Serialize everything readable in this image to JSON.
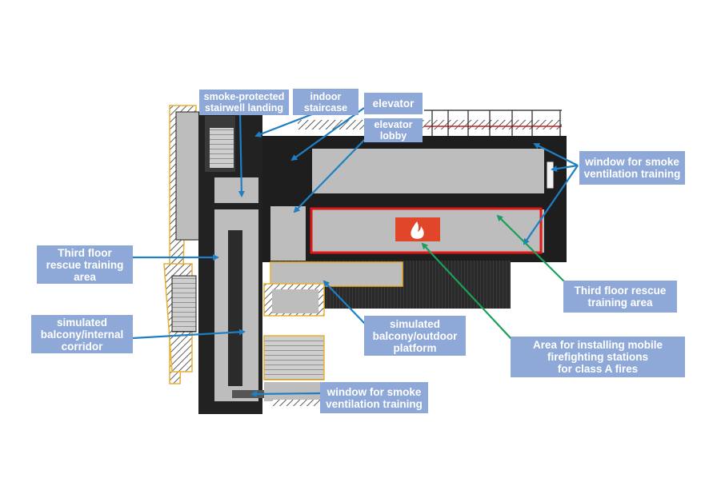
{
  "diagram": {
    "title": "Third floor fire training facility plan",
    "colors": {
      "label_bg": "#8ea8d8",
      "label_text": "#ffffff",
      "blue_arrow": "#1f7fc4",
      "green_arrow": "#1aa05a",
      "highlight_box": "#e01818",
      "fire_icon_bg": "#e2462a",
      "floor_gray": "#bdbdbd",
      "wall_black": "#222222",
      "railing_yellow": "#e8b030"
    },
    "labels": {
      "smoke_landing": [
        "smoke-protected",
        "stairwell landing"
      ],
      "indoor_staircase": [
        "indoor",
        "staircase"
      ],
      "elevator": [
        "elevator"
      ],
      "elevator_lobby": [
        "elevator",
        "lobby"
      ],
      "window_right": [
        "window for smoke",
        "ventilation training"
      ],
      "third_floor_left": [
        "Third floor",
        "rescue training",
        "area"
      ],
      "balcony_internal": [
        "simulated",
        "balcony/internal",
        "corridor"
      ],
      "third_floor_right": [
        "Third floor rescue",
        "training area"
      ],
      "balcony_outdoor": [
        "simulated",
        "balcony/outdoor",
        "platform"
      ],
      "mobile_stations": [
        "Area for installing mobile",
        "firefighting stations",
        "for class A fires"
      ],
      "window_bottom": [
        "window for smoke",
        "ventilation training"
      ]
    },
    "icons": {
      "fire": "fire-icon"
    }
  }
}
